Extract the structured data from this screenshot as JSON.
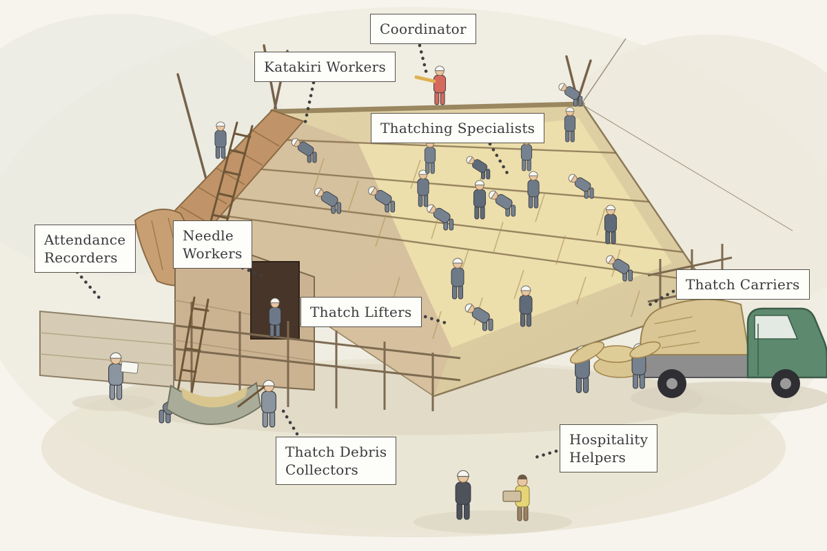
{
  "diagram": {
    "labels": {
      "coordinator": {
        "text": "Coordinator"
      },
      "katakiri_workers": {
        "text": "Katakiri Workers"
      },
      "thatching_specialists": {
        "text": "Thatching Specialists"
      },
      "needle_workers": {
        "text": "Needle\nWorkers"
      },
      "attendance_recorders": {
        "text": "Attendance\nRecorders"
      },
      "thatch_lifters": {
        "text": "Thatch Lifters"
      },
      "thatch_carriers": {
        "text": "Thatch Carriers"
      },
      "thatch_debris_collectors": {
        "text": "Thatch Debris\nCollectors"
      },
      "hospitality_helpers": {
        "text": "Hospitality\nHelpers"
      }
    },
    "colors": {
      "paper": "#f7f4ed",
      "label_background": "#fdfdfa",
      "label_border": "#56514a",
      "label_text": "#3a3a3c",
      "leader_dot": "#3f3f41",
      "straw_fresh": "#ecdfad",
      "straw_base": "#d5bf9d",
      "thatch_edge_brown": "#c09468",
      "worker_uniform_blue": "#76828f",
      "helmet_white": "#f7f6f1",
      "coordinator_red": "#d4695c",
      "hospitality_apron_yellow": "#e6d576",
      "truck_green": "#5d8a6f"
    }
  }
}
